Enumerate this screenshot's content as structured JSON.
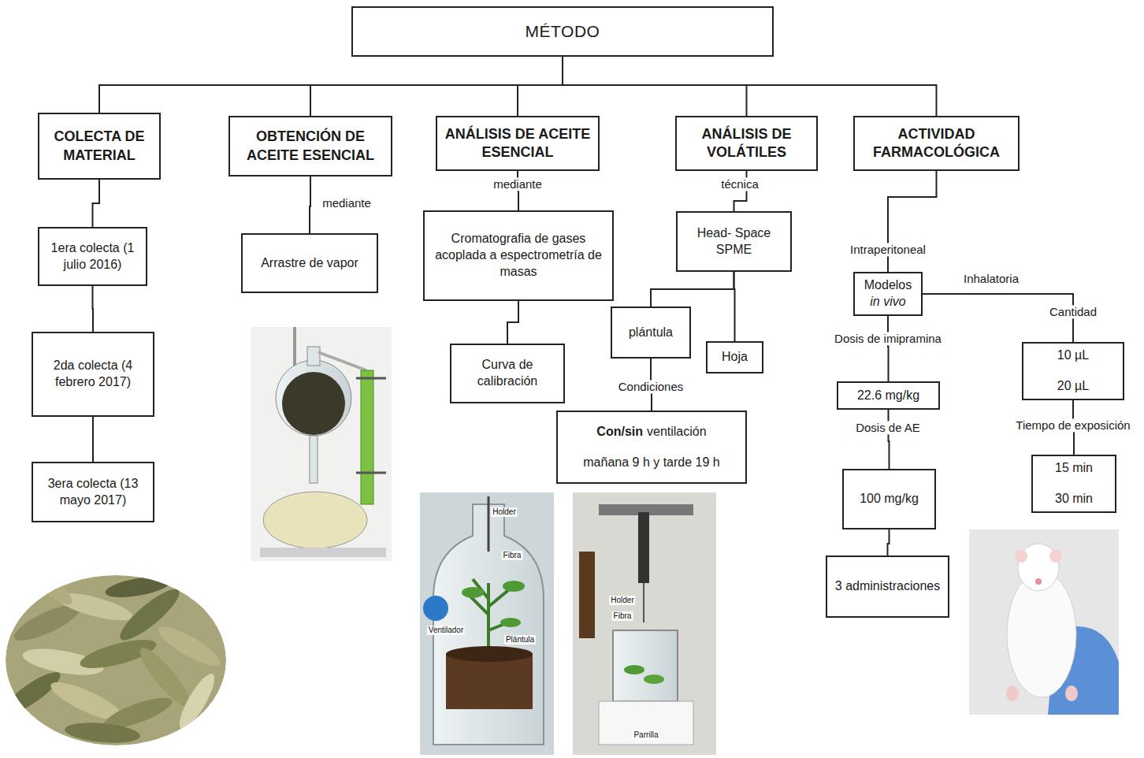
{
  "diagram": {
    "nodes": [
      {
        "text": [
          "MÉTODO"
        ]
      },
      {
        "text": [
          "COLECTA DE MATERIAL"
        ]
      },
      {
        "text": [
          "OBTENCIÓN DE ACEITE ESENCIAL"
        ]
      },
      {
        "text": [
          "ANÁLISIS DE ACEITE ESENCIAL"
        ]
      },
      {
        "text": [
          "ANÁLISIS DE VOLÁTILES"
        ]
      },
      {
        "text": [
          "ACTIVIDAD FARMACOLÓGICA"
        ]
      },
      {
        "text": [
          "1era colecta (1 julio 2016)"
        ]
      },
      {
        "text": [
          "2da colecta (4 febrero 2017)"
        ]
      },
      {
        "text": [
          "3era colecta (13 mayo 2017)"
        ]
      },
      {
        "text": [
          "Arrastre de vapor"
        ]
      },
      {
        "text": [
          "Cromatografia de gases acoplada a espectrometría de masas"
        ]
      },
      {
        "text": [
          "Curva de calibración"
        ]
      },
      {
        "text": [
          "Head- Space SPME"
        ]
      },
      {
        "text": [
          "plántula"
        ]
      },
      {
        "text": [
          "Hoja"
        ]
      },
      {
        "text": [
          "Con/sin",
          "ventilación",
          "mañana 9 h y tarde 19 h"
        ]
      },
      {
        "text": [
          "Modelos",
          "in vivo"
        ]
      },
      {
        "text": [
          "22.6 mg/kg"
        ]
      },
      {
        "text": [
          "100 mg/kg"
        ]
      },
      {
        "text": [
          "3 administraciones"
        ]
      },
      {
        "text": [
          "10 µL",
          "20 µL"
        ]
      },
      {
        "text": [
          "15  min",
          "30 min"
        ]
      }
    ],
    "edges": [
      {
        "from": 0,
        "to": 1,
        "arrow": "none"
      },
      {
        "from": 0,
        "to": 2,
        "arrow": "none"
      },
      {
        "from": 0,
        "to": 3,
        "arrow": "none"
      },
      {
        "from": 0,
        "to": 4,
        "arrow": "none"
      },
      {
        "from": 0,
        "to": 5,
        "arrow": "none"
      },
      {
        "from": 1,
        "to": 6,
        "arrow": "none"
      },
      {
        "from": 6,
        "to": 7,
        "arrow": "none"
      },
      {
        "from": 7,
        "to": 8,
        "arrow": "none"
      },
      {
        "from": 2,
        "to": 9,
        "label": "mediante",
        "arrow": "none"
      },
      {
        "from": 3,
        "to": 10,
        "label": "mediante",
        "arrow": "none"
      },
      {
        "from": 10,
        "to": 11,
        "arrow": "none"
      },
      {
        "from": 4,
        "to": 12,
        "label": "técnica",
        "arrow": "none"
      },
      {
        "from": 12,
        "to": 13,
        "arrow": "none"
      },
      {
        "from": 12,
        "to": 14,
        "arrow": "none"
      },
      {
        "from": 13,
        "to": 15,
        "label": "Condiciones",
        "arrow": "none"
      },
      {
        "from": 5,
        "to": 16,
        "label": "Intraperitoneal",
        "arrow": "none"
      },
      {
        "from": 16,
        "to": 17,
        "label": "Dosis de imipramina",
        "arrow": "none"
      },
      {
        "from": 17,
        "to": 18,
        "label": "Dosis de AE",
        "arrow": "none"
      },
      {
        "from": 18,
        "to": 19,
        "arrow": "none"
      },
      {
        "from": 16,
        "to": 20,
        "label": "Inhalatoria",
        "arrow": "none"
      },
      {
        "from": 20,
        "to": 21,
        "label": "Tiempo de exposición",
        "arrow": "none"
      }
    ],
    "labels": [
      "Cantidad",
      "Holder",
      "Fibra",
      "Plántula",
      "Ventilador",
      "Holder",
      "Fibra",
      "Parrilla"
    ]
  }
}
